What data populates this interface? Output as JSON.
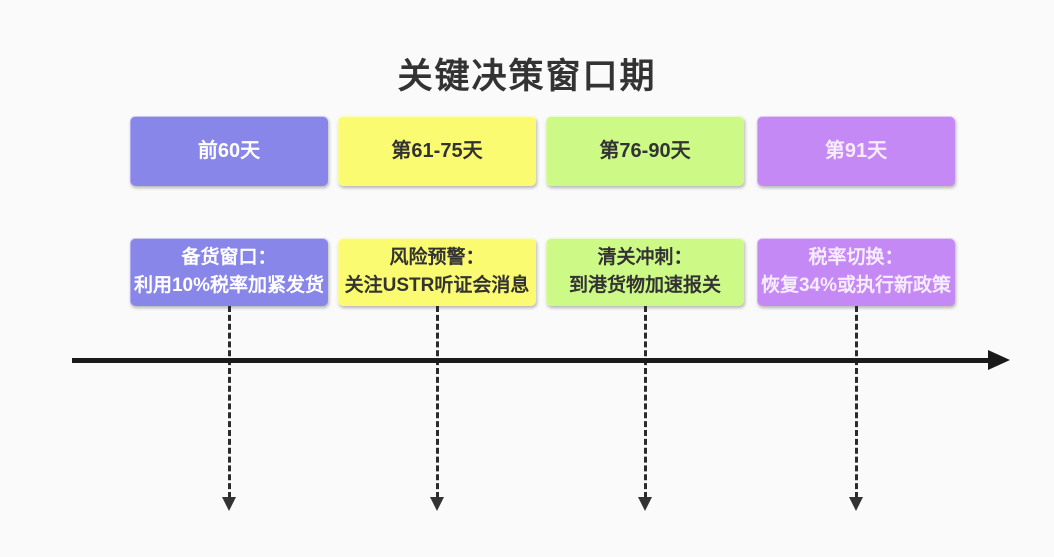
{
  "title": {
    "text": "关键决策窗口期",
    "color": "#333333"
  },
  "phases": [
    {
      "period": "前60天",
      "action_title": "备货窗口：",
      "action_detail": "利用10%税率加紧发货",
      "bg": "#8886e8",
      "fg": "#ffffff"
    },
    {
      "period": "第61-75天",
      "action_title": "风险预警：",
      "action_detail": "关注USTR听证会消息",
      "bg": "#fbfb72",
      "fg": "#333333"
    },
    {
      "period": "第76-90天",
      "action_title": "清关冲刺：",
      "action_detail": "到港货物加速报关",
      "bg": "#cdf987",
      "fg": "#333333"
    },
    {
      "period": "第91天",
      "action_title": "税率切换：",
      "action_detail": "恢复34%或执行新政策",
      "bg": "#c489f5",
      "fg": "#f6ecfd"
    }
  ],
  "axis": {
    "line_color": "#1a1a1a",
    "marker_color": "#333333",
    "direction": "right"
  },
  "canvas": {
    "background": "#fafafa"
  }
}
